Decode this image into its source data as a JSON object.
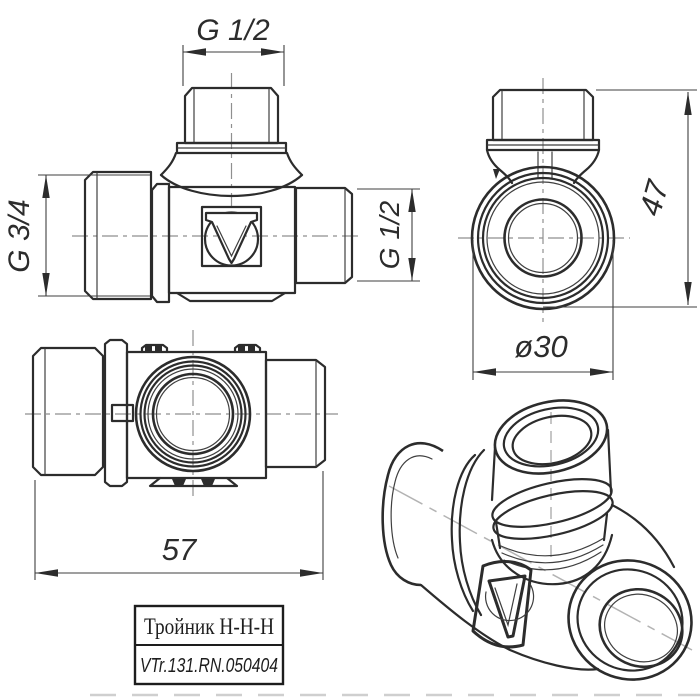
{
  "drawing": {
    "dimensions": {
      "branch_thread": "G 1/2",
      "left_thread": "G 3/4",
      "right_thread": "G 1/2",
      "height": "47",
      "body_diameter": "ø30",
      "length": "57"
    },
    "title_block": {
      "name": "Тройник Н-Н-Н",
      "code": "VTr.131.RN.050404"
    },
    "colors": {
      "line": "#2c2c2c",
      "thin_line": "#3f3f3f",
      "centerline": "#8f8f8f",
      "centerline_3d": "#b3b3b3",
      "background": "#ffffff"
    }
  }
}
